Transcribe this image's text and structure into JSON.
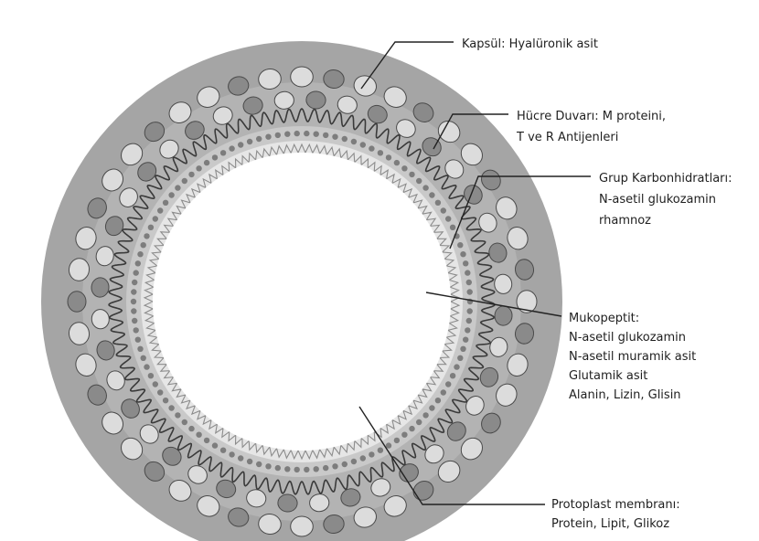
{
  "labels": {
    "capsule": [
      "Kapsül: Hyalüronik asit"
    ],
    "cell_wall": [
      "Hücre Duvarı: M proteini,",
      "T ve R Antijenleri"
    ],
    "group_carbohydrates": [
      "Grup Karbonhidratları:",
      "N-asetil glukozamin",
      "rhamnoz"
    ],
    "mucopeptide": [
      "Mukopeptit:",
      "N-asetil glukozamin",
      "N-asetil muramik asit",
      "Glutamik asit",
      "Alanin, Lizin, Glisin"
    ],
    "protoplast_membrane": [
      "Protoplast membranı:",
      "Protein, Lipit, Glikoz"
    ]
  },
  "colors": {
    "capsule": "#a5a5a5",
    "cell_wall_band": "#bdbdbd",
    "protein_dark": "#8a8a8a",
    "protein_light": "#dcdcdc",
    "mucopeptide_band": "#c9c9c9",
    "membrane_dots": "#7d7d7d",
    "interior": "#ffffff",
    "leader_lines": "#222222"
  }
}
